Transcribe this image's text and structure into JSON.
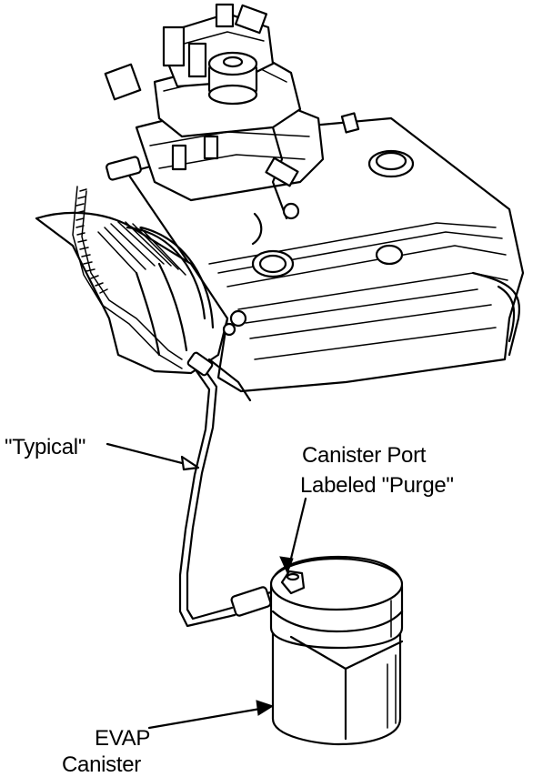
{
  "labels": {
    "typical": "\"Typical\"",
    "canister_port_line1": "Canister Port",
    "canister_port_line2": "Labeled \"Purge\"",
    "evap_line1": "EVAP",
    "evap_line2": "Canister"
  },
  "colors": {
    "ink": "#000000",
    "background": "#ffffff"
  },
  "icons": [
    "arrow-icon"
  ]
}
